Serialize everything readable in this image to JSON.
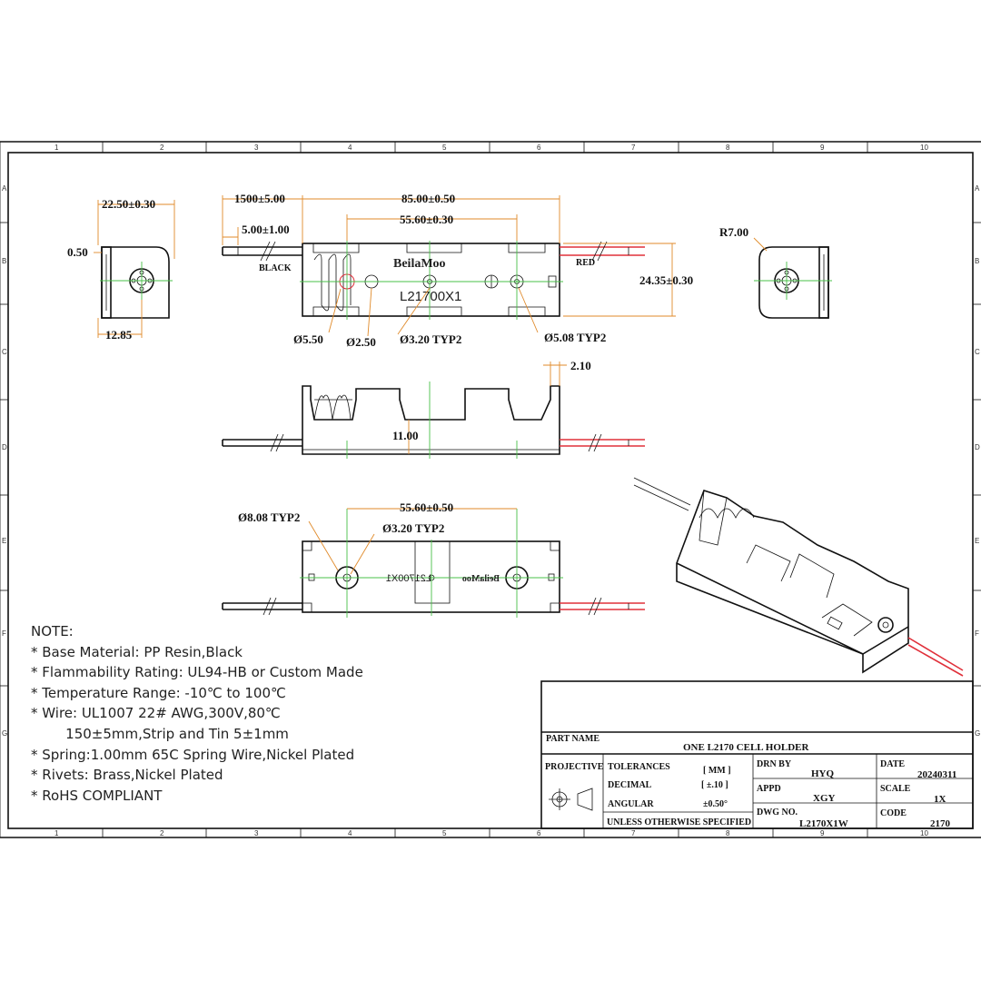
{
  "zones": {
    "columns": [
      "1",
      "2",
      "3",
      "4",
      "5",
      "6",
      "7",
      "8",
      "9",
      "10"
    ],
    "rows": [
      "A",
      "B",
      "C",
      "D",
      "E",
      "F",
      "G"
    ]
  },
  "end_view_left": {
    "width_dim": "22.50±0.30",
    "wall_dim": "0.50",
    "center_dim": "12.85"
  },
  "top_view": {
    "wire_length_dim": "1500±5.00",
    "strip_dim": "5.00±1.00",
    "length_dim": "85.00±0.50",
    "hole_spacing_dim": "55.60±0.30",
    "height_dim": "24.35±0.30",
    "black_wire": "BLACK",
    "red_wire": "RED",
    "brand": "BeilaMoo",
    "model": "L21700X1",
    "hole_55_dim": "Ø5.50",
    "hole_25_dim": "Ø2.50",
    "hole_32_dim": "Ø3.20 TYP2",
    "hole_508_dim": "Ø5.08 TYP2"
  },
  "end_view_right": {
    "radius_dim": "R7.00"
  },
  "side_view": {
    "edge_dim": "2.10",
    "depth_dim": "11.00"
  },
  "bottom_view": {
    "hole_808_dim": "Ø8.08 TYP2",
    "hole_32_dim": "Ø3.20 TYP2",
    "hole_spacing_dim": "55.60±0.50",
    "brand_mirrored": "BeilaMoo",
    "model_mirrored": "L21700X1"
  },
  "notes": {
    "heading": "NOTE:",
    "items": [
      "* Base Material: PP Resin,Black",
      "* Flammability Rating: UL94-HB or Custom Made",
      "* Temperature Range: -10℃ to 100℃",
      "* Wire: UL1007 22# AWG,300V,80℃",
      "        150±5mm,Strip and Tin 5±1mm",
      "* Spring:1.00mm 65C Spring Wire,Nickel Plated",
      "* Rivets: Brass,Nickel Plated",
      "* RoHS COMPLIANT"
    ]
  },
  "title_block": {
    "part_name_label": "PART NAME",
    "part_name": "ONE  L2170  CELL HOLDER",
    "projective_label": "PROJECTIVE",
    "tolerances_label": "TOLERANCES",
    "tolerances_unit": "[ MM ]",
    "decimal_label": "DECIMAL",
    "decimal_value": "[ ±.10 ]",
    "angular_label": "ANGULAR",
    "angular_value": "±0.50°",
    "unless_label": "UNLESS OTHERWISE SPECIFIED",
    "drawn_by_label": "DRN BY",
    "drawn_by": "HYQ",
    "approved_label": "APPD",
    "approved_by": "XGY",
    "dwg_no_label": "DWG NO.",
    "dwg_no": "L2170X1W",
    "date_label": "DATE",
    "date": "20240311",
    "scale_label": "SCALE",
    "scale": "1X",
    "code_label": "CODE",
    "code": "2170"
  },
  "colors": {
    "line": "#111111",
    "dimension": "#e08a2a",
    "centerline": "#48c048",
    "red_wire": "#e0303a"
  }
}
